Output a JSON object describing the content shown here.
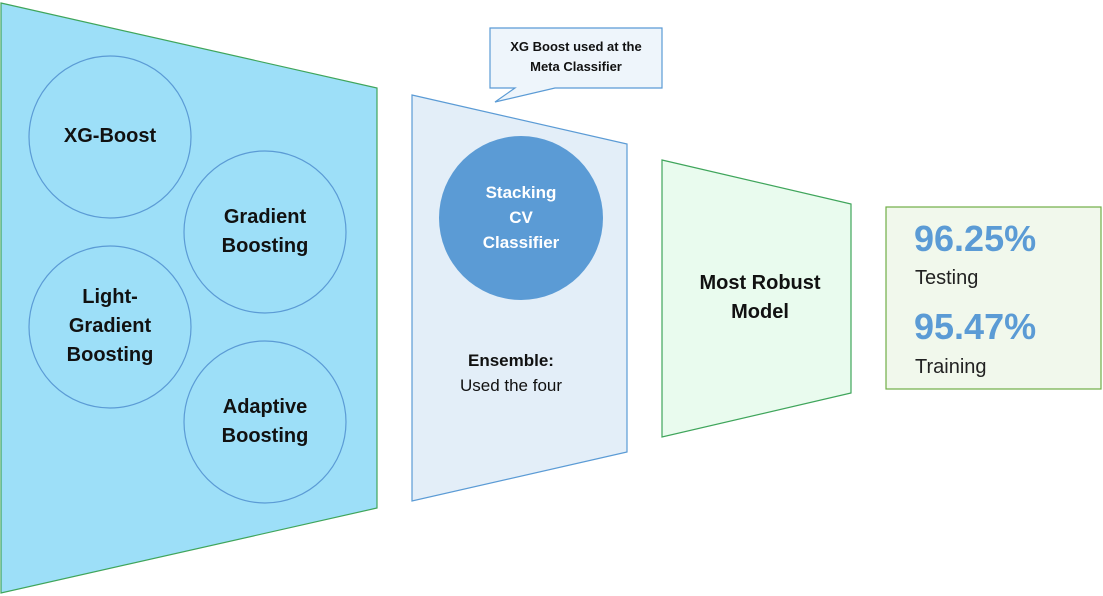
{
  "base_models": {
    "xgboost": "XG-Boost",
    "gradient_boosting": "Gradient\nBoosting",
    "light_gradient_boosting": "Light-\nGradient\nBoosting",
    "adaptive_boosting": "Adaptive\nBoosting"
  },
  "meta": {
    "callout": "XG Boost used at the\nMeta Classifier",
    "stacking_label": "Stacking\nCV\nClassifier",
    "ensemble_title": "Ensemble:",
    "ensemble_body": "Used the four"
  },
  "result": {
    "label": "Most Robust\nModel"
  },
  "metrics": {
    "testing_value": "96.25%",
    "testing_label": "Testing",
    "training_value": "95.47%",
    "training_label": "Training"
  },
  "colors": {
    "panel1_fill": "#9DDFF8",
    "panel1_stroke": "#3FA55B",
    "panel2_fill": "#E3EEF8",
    "stacking_circle": "#5B9BD5",
    "panel3_fill": "#E9FBEE",
    "metrics_fill": "#F1F8EC",
    "metric_value": "#5B9BD5"
  }
}
